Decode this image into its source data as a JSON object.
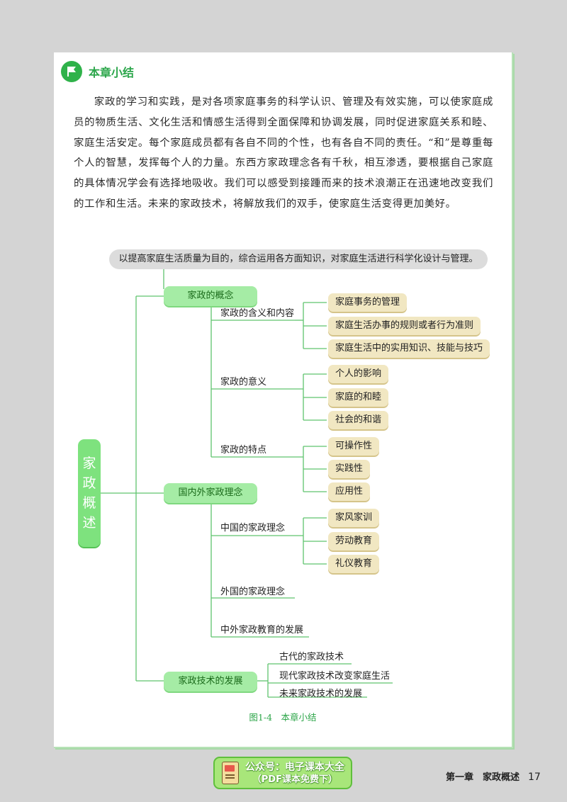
{
  "header": {
    "title": "本章小结",
    "icon": "flag-icon"
  },
  "paragraph": "家政的学习和实践，是对各项家庭事务的科学认识、管理及有效实施，可以使家庭成员的物质生活、文化生活和情感生活得到全面保障和协调发展，同时促进家庭关系和睦、家庭生活安定。每个家庭成员都有各自不同的个性，也有各自不同的责任。“和”是尊重每个人的智慧，发挥每个人的力量。东西方家政理念各有千秋，相互渗透，要根据自己家庭的具体情况学会有选择地吸收。我们可以感受到接踵而来的技术浪潮正在迅速地改变我们的工作和生活。未来的家政技术，将解放我们的双手，使家庭生活变得更加美好。",
  "mindmap": {
    "definition": "以提高家庭生活质量为目的，综合运用各方面知识，对家庭生活进行科学化设计与管理。",
    "root": "家政概述",
    "branches": [
      {
        "label": "家政的概念",
        "children": [
          {
            "label": "家政的含义和内容",
            "items": [
              "家庭事务的管理",
              "家庭生活办事的规则或者行为准则",
              "家庭生活中的实用知识、技能与技巧"
            ]
          },
          {
            "label": "家政的意义",
            "items": [
              "个人的影响",
              "家庭的和睦",
              "社会的和谐"
            ]
          },
          {
            "label": "家政的特点",
            "items": [
              "可操作性",
              "实践性",
              "应用性"
            ]
          }
        ]
      },
      {
        "label": "国内外家政理念",
        "children": [
          {
            "label": "中国的家政理念",
            "items": [
              "家风家训",
              "劳动教育",
              "礼仪教育"
            ]
          },
          {
            "label": "外国的家政理念",
            "items": []
          },
          {
            "label": "中外家政教育的发展",
            "items": []
          }
        ]
      },
      {
        "label": "家政技术的发展",
        "children": [
          {
            "label": "古代的家政技术",
            "items": []
          },
          {
            "label": "现代家政技术改变家庭生活",
            "items": []
          },
          {
            "label": "未来家政技术的发展",
            "items": []
          }
        ]
      }
    ]
  },
  "caption": "图1-4　本章小结",
  "promo": {
    "line1": "公众号：电子课本大全",
    "line2": "（PDF课本免费下）",
    "icon": "book-icon"
  },
  "footer": {
    "chapter": "第一章　家政概述",
    "page": "17"
  },
  "colors": {
    "accent": "#2fb24a",
    "node_green": "#a5eca5",
    "root_green": "#7ee27e",
    "leaf_beige": "#f1e7c2",
    "line": "#5fc46e"
  }
}
